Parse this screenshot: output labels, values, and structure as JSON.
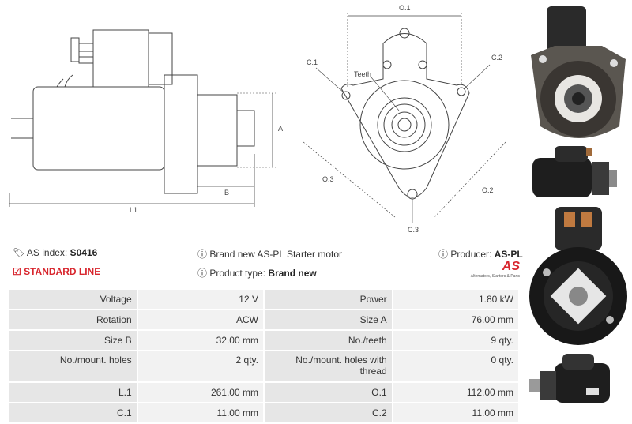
{
  "diagram": {
    "labels": {
      "a": "A",
      "b": "B",
      "l1": "L1",
      "o1": "O.1",
      "o2": "O.2",
      "o3": "O.3",
      "c1": "C.1",
      "c2": "C.2",
      "c3": "C.3",
      "teeth": "Teeth"
    }
  },
  "info": {
    "as_index_label": "AS index:",
    "as_index_value": "S0416",
    "standard_line": "STANDARD LINE",
    "brand_text": "Brand new AS-PL Starter motor",
    "product_type_label": "Product type:",
    "product_type_value": "Brand new",
    "producer_label": "Producer:",
    "producer_value": "AS-PL",
    "logo_text": "AS",
    "logo_tagline": "Alternators, Starters & Parts"
  },
  "specs": [
    [
      "Voltage",
      "12 V",
      "Power",
      "1.80 kW"
    ],
    [
      "Rotation",
      "ACW",
      "Size A",
      "76.00 mm"
    ],
    [
      "Size B",
      "32.00 mm",
      "No./teeth",
      "9 qty."
    ],
    [
      "No./mount. holes",
      "2 qty.",
      "No./mount. holes with thread",
      "0 qty."
    ],
    [
      "L.1",
      "261.00 mm",
      "O.1",
      "112.00 mm"
    ],
    [
      "C.1",
      "11.00 mm",
      "C.2",
      "11.00 mm"
    ]
  ]
}
